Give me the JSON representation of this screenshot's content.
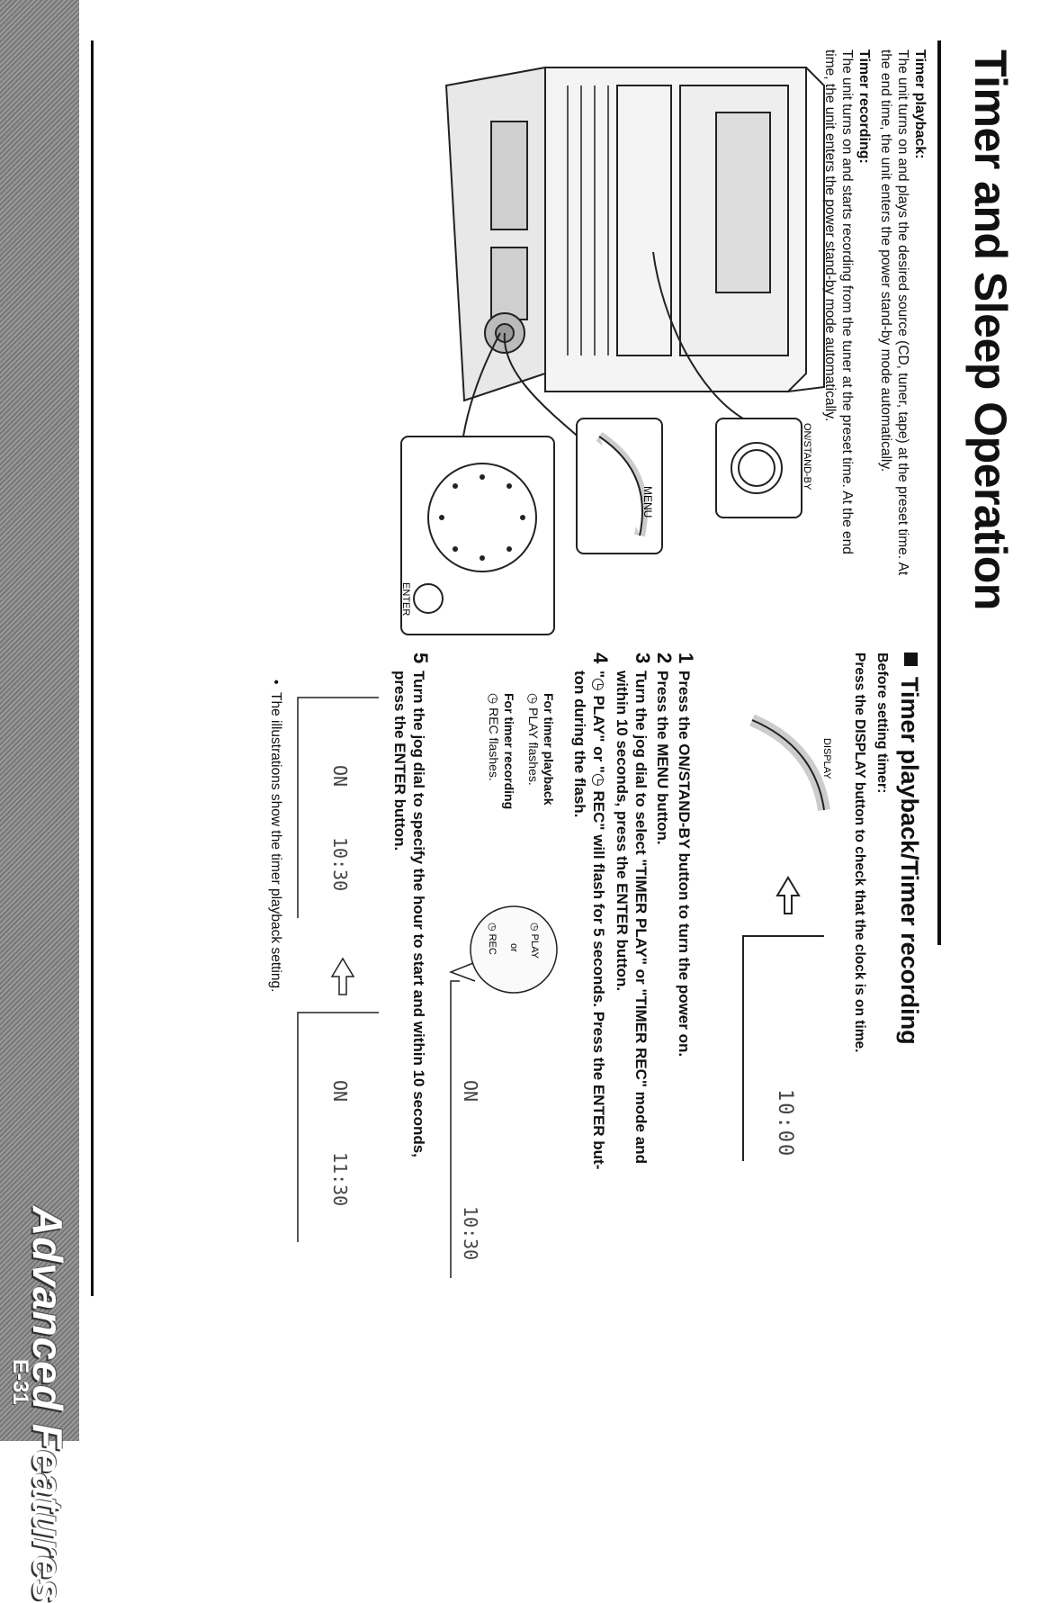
{
  "page": {
    "title": "Timer and Sleep Operation",
    "footer_section": "Advanced Features",
    "page_number": "E-31"
  },
  "intro": {
    "timer_playback_head": "Timer playback:",
    "timer_playback_text_1": "The unit turns on and plays the desired source (CD, tuner, tape) at the preset time. At",
    "timer_playback_text_2": "the end time, the unit enters the power stand-by mode automatically.",
    "timer_recording_head": "Timer recording:",
    "timer_recording_text_1": "The unit turns on and starts recording from the tuner at the preset time. At the end",
    "timer_recording_text_2": "time, the unit enters the power stand-by mode automatically."
  },
  "figure": {
    "on_standby_label": "ON/STAND-BY",
    "menu_label": "MENU",
    "enter_label": "ENTER"
  },
  "section": {
    "title": "Timer playback/Timer recording",
    "before_head": "Before setting timer:",
    "before_text": "Press the DISPLAY button to check that the clock is on time.",
    "display_label": "DISPLAY",
    "clock_lcd": "10:00"
  },
  "steps": [
    {
      "num": "1",
      "text": "Press the ON/STAND-BY button to turn the power on."
    },
    {
      "num": "2",
      "text": "Press the MENU button."
    },
    {
      "num": "3",
      "text_1": "Turn the jog dial to select \"TIMER PLAY\" or \"TIMER REC\" mode and",
      "text_2": "within 10 seconds, press the ENTER button."
    },
    {
      "num": "4",
      "text_1": "\"◷ PLAY\" or \"◷ REC\" will flash for 5 seconds. Press the ENTER but-",
      "text_2": "ton during the flash."
    },
    {
      "num": "5",
      "text_1": "Turn the jog dial to specify the hour to start and within 10 seconds,",
      "text_2": "press the ENTER button."
    }
  ],
  "step4_notes": {
    "playback_head": "For timer playback",
    "playback_text": "◷ PLAY flashes.",
    "recording_head": "For timer recording",
    "recording_text": "◷ REC flashes.",
    "bubble_play": "◷ PLAY",
    "bubble_or": "or",
    "bubble_rec": "◷ REC",
    "lcd_on": "ON",
    "lcd_time": "10:30"
  },
  "step5_displays": {
    "first_on": "ON",
    "first_time": "10:30",
    "second_on": "ON",
    "second_time": "11:30"
  },
  "note": "The illustrations show the timer playback setting."
}
